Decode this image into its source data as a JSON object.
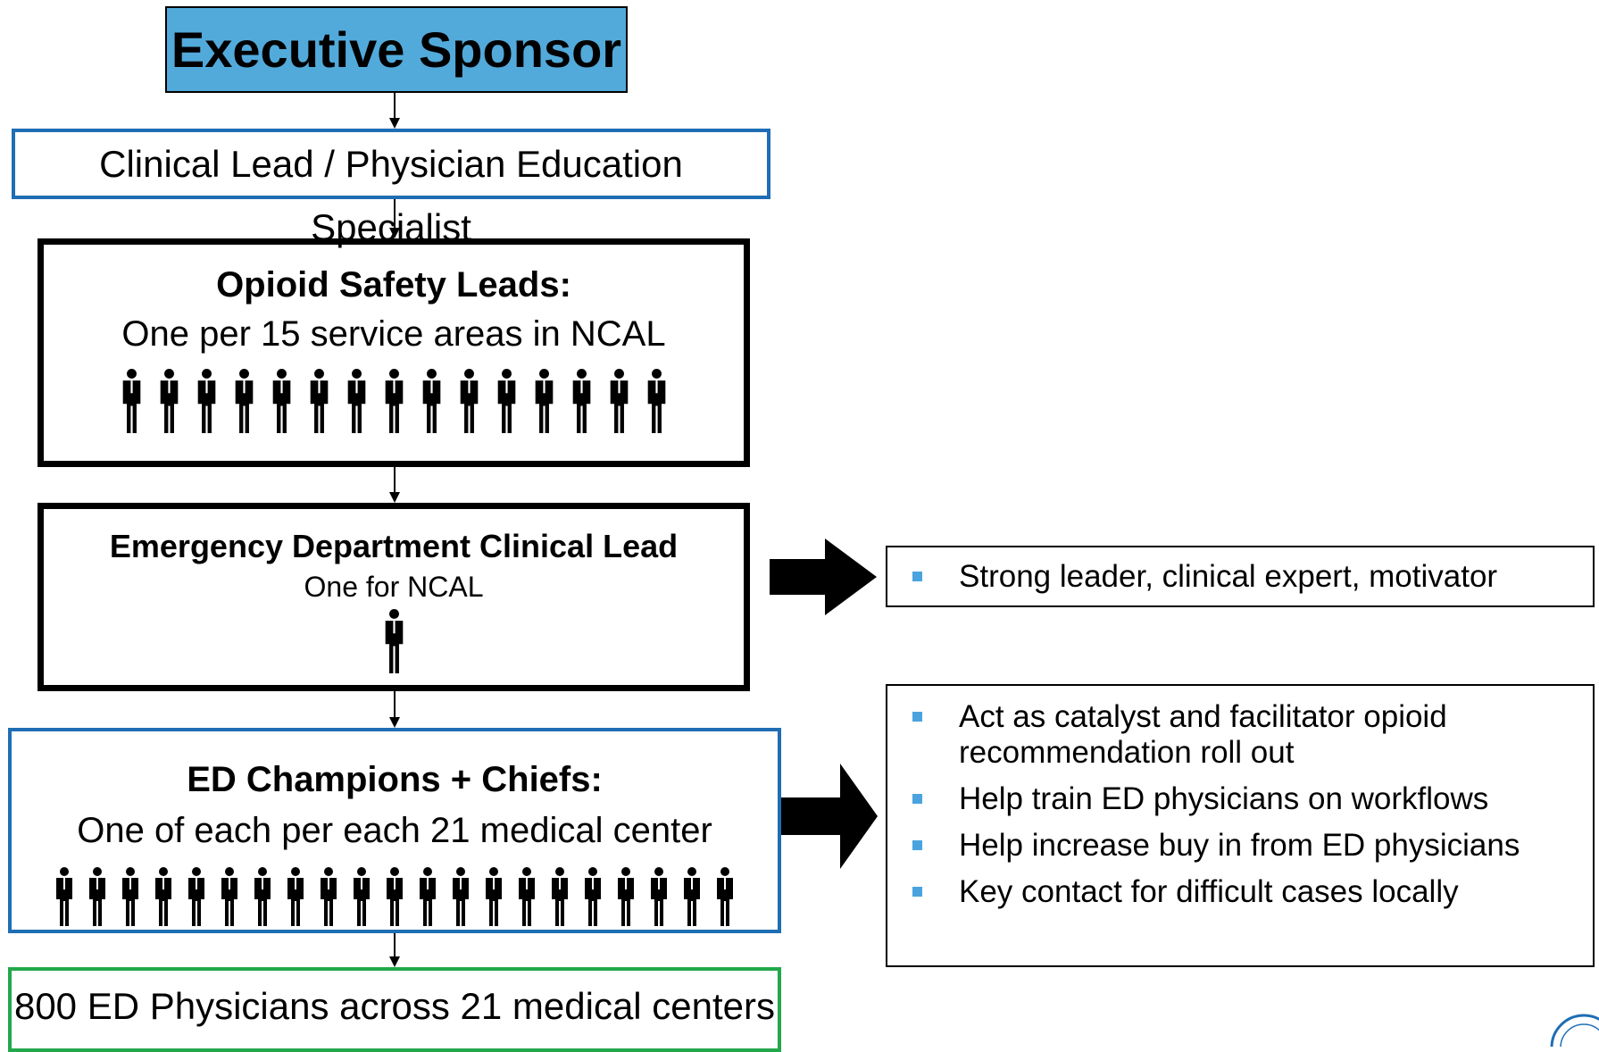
{
  "executive_sponsor": "Executive Sponsor",
  "clinical_lead": "Clinical Lead / Physician Education Specialist",
  "opioid_leads": {
    "title": "Opioid Safety Leads:",
    "subtitle": "One per 15 service areas in NCAL",
    "count": 15
  },
  "ed_clinical_lead": {
    "title": "Emergency Department Clinical Lead",
    "subtitle": "One for NCAL",
    "count": 1
  },
  "ed_champions": {
    "title": "ED Champions + Chiefs:",
    "subtitle": "One of each per each 21 medical center",
    "count": 21
  },
  "ed_physicians": "800 ED Physicians across 21 medical centers",
  "lead_qualities": [
    "Strong leader, clinical expert, motivator"
  ],
  "champion_roles": [
    "Act as catalyst and facilitator opioid recommendation roll out",
    "Help train ED physicians on workflows",
    "Help increase buy in from ED physicians",
    "Key contact for difficult cases locally"
  ],
  "colors": {
    "sponsor_fill": "#52aadb",
    "blue_border": "#1f6eb4",
    "green_border": "#22a84a",
    "bullet": "#4aa3df"
  }
}
